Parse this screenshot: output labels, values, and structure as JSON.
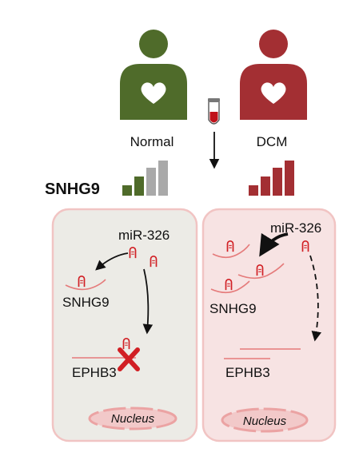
{
  "people": {
    "normal": {
      "label": "Normal",
      "color": "#4f6b2a"
    },
    "dcm": {
      "label": "DCM",
      "color": "#a32f33"
    }
  },
  "gene_label": "SNHG9",
  "bars": {
    "normal": {
      "colors": [
        "#4f6b2a",
        "#4f6b2a",
        "#a9a9a9",
        "#a9a9a9"
      ],
      "levels": [
        0.3,
        0.55,
        0.8,
        1.0
      ]
    },
    "dcm": {
      "colors": [
        "#a32f33",
        "#a32f33",
        "#a32f33",
        "#a32f33"
      ],
      "levels": [
        0.3,
        0.55,
        0.8,
        1.0
      ]
    }
  },
  "cells": {
    "normal": {
      "mirna_label": "miR-326",
      "lncrna_label": "SNHG9",
      "target_label": "EPHB3",
      "nucleus_label": "Nucleus",
      "fill": "#ecebe6",
      "border": "#f1c4c3"
    },
    "dcm": {
      "mirna_label": "miR-326",
      "lncrna_label": "SNHG9",
      "target_label": "EPHB3",
      "nucleus_label": "Nucleus",
      "fill": "#f7e3e3",
      "border": "#f1c4c3"
    }
  },
  "colors": {
    "mirna": "#d11f24",
    "rna_line": "#e57b7b",
    "nucleus_fill": "#f2c9c9",
    "nucleus_border": "#eba3a3",
    "block_mark": "#d11f24",
    "blood_tube": "#c0121b"
  },
  "icons": [
    "person-icon",
    "heart-icon",
    "blood-tube-icon",
    "block-x-icon",
    "mirna-hairpin-icon"
  ]
}
